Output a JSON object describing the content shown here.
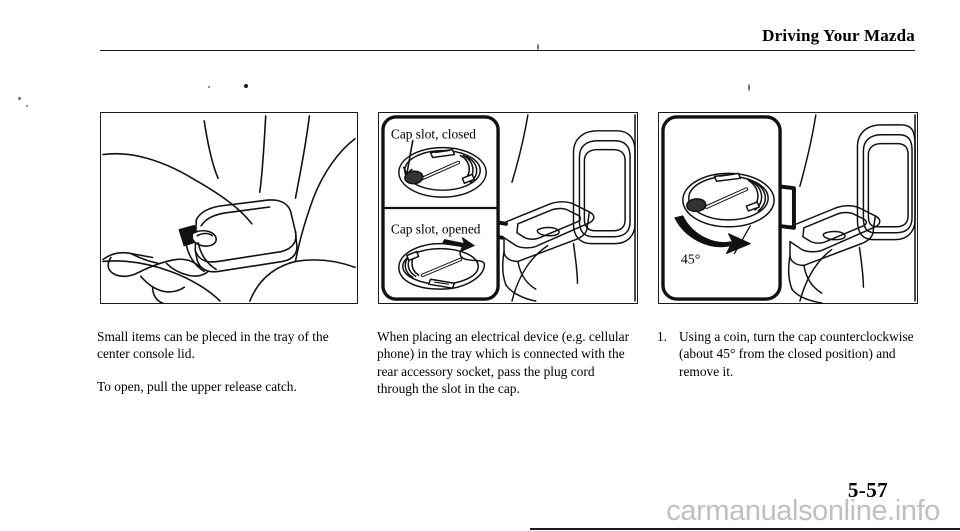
{
  "header": {
    "title": "Driving Your Mazda"
  },
  "figures": [
    {
      "id": "figure-1",
      "caption_inset_labels": [],
      "description": "hand-pulling-console-release-catch"
    },
    {
      "id": "figure-2",
      "caption_inset_labels": [
        "Cap slot, closed",
        "Cap slot, opened"
      ],
      "description": "console-lid-open-with-cap-slot-details"
    },
    {
      "id": "figure-3",
      "caption_inset_labels": [
        "45°"
      ],
      "description": "turning-cap-counterclockwise-45-degrees"
    }
  ],
  "columns": {
    "column1": {
      "paragraphs": [
        "Small items can be pleced in the tray of the center console lid.",
        "To open, pull the upper release catch."
      ]
    },
    "column2": {
      "paragraphs": [
        "When placing an electrical device (e.g. cellular phone) in the tray which is connected with the rear accessory socket, pass the plug cord through the slot in the cap."
      ]
    },
    "column3": {
      "items": [
        {
          "number": "1.",
          "text": "Using a coin, turn the cap counterclockwise (about 45° from the closed position) and remove it."
        }
      ]
    }
  },
  "footer": {
    "page_number": "5-57",
    "watermark": "carmanualsonline.info"
  }
}
